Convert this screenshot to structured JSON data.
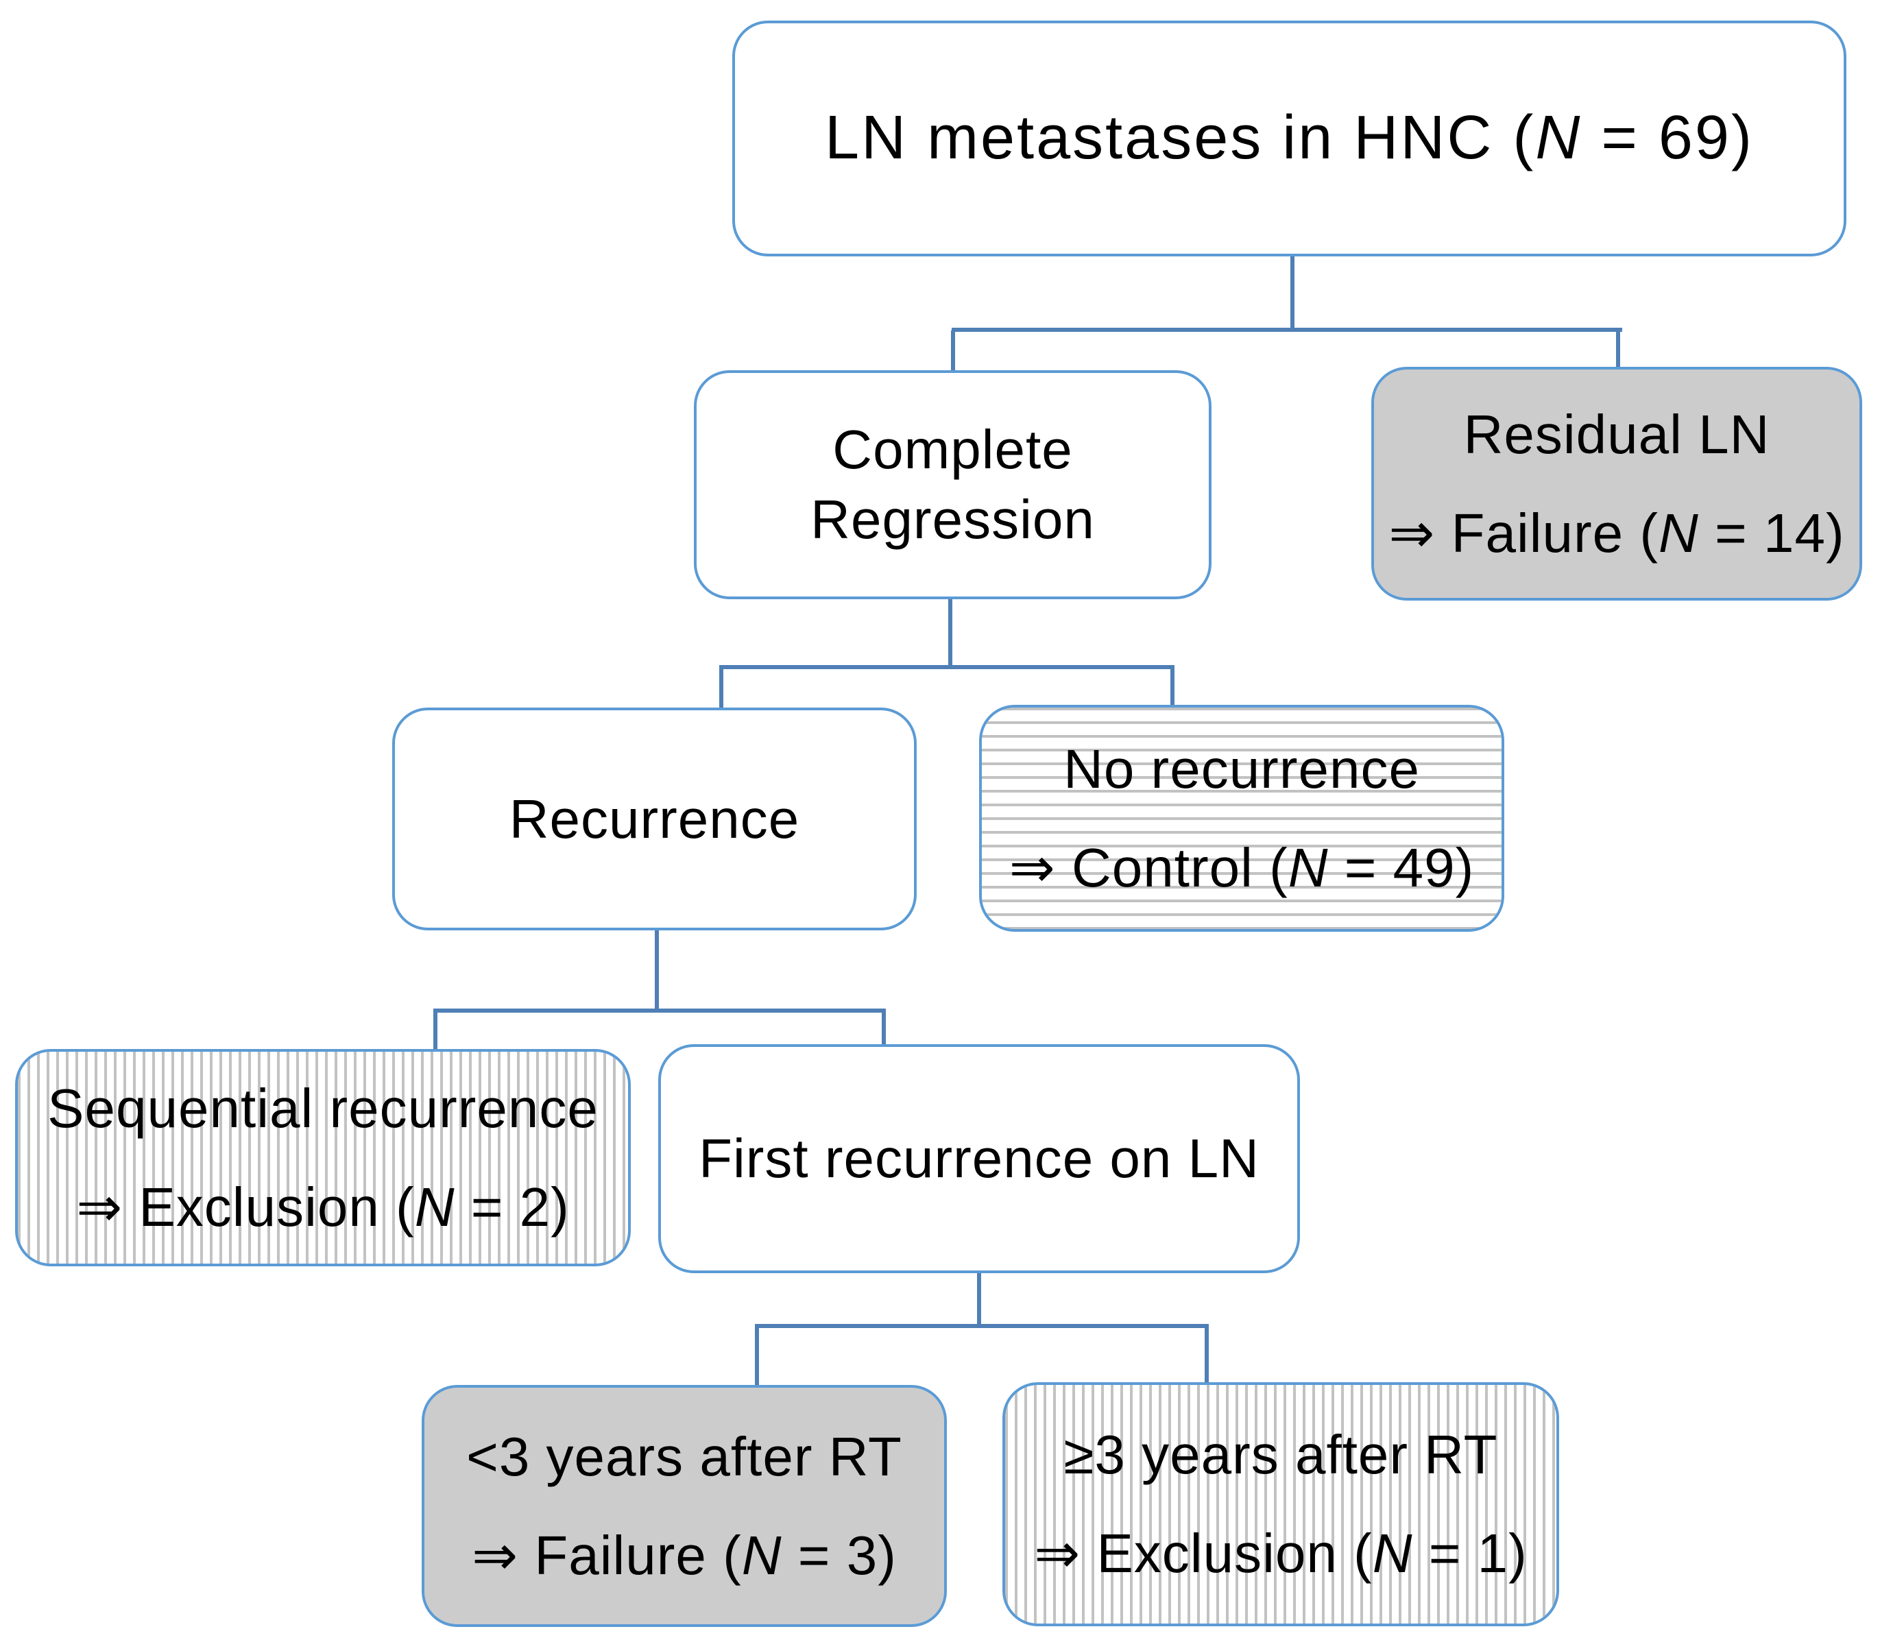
{
  "diagram": {
    "type": "flowchart"
  },
  "colors": {
    "background": "#ffffff",
    "text": "#000000",
    "box_border": "#5b9bd5",
    "connector": "#4f7fb5",
    "gray_fill": "#cccccc",
    "stripe_gray": "#c2c2c2"
  },
  "boxes": {
    "root": {
      "fill": "white",
      "lines": [
        "LN metastases in HNC (N = 69)"
      ]
    },
    "complete_regression": {
      "fill": "white",
      "lines": [
        "Complete",
        "Regression"
      ]
    },
    "residual_ln": {
      "fill": "solid-gray",
      "lines": [
        "Residual LN",
        "⇒ Failure (N = 14)"
      ]
    },
    "recurrence": {
      "fill": "white",
      "lines": [
        "Recurrence"
      ]
    },
    "no_recurrence": {
      "fill": "horizontal-stripes",
      "lines": [
        "No recurrence",
        "⇒ Control (N = 49)"
      ]
    },
    "sequential_recurrence": {
      "fill": "vertical-stripes",
      "lines": [
        "Sequential recurrence",
        "⇒ Exclusion (N = 2)"
      ]
    },
    "first_recurrence": {
      "fill": "white",
      "lines": [
        "First recurrence on LN"
      ]
    },
    "lt3_years": {
      "fill": "solid-gray",
      "lines": [
        "<3 years after RT",
        "⇒ Failure (N = 3)"
      ]
    },
    "ge3_years": {
      "fill": "vertical-stripes",
      "lines": [
        "≥3 years after RT",
        "⇒ Exclusion (N = 1)"
      ]
    }
  },
  "edges": [
    {
      "from": "root",
      "to": "complete_regression"
    },
    {
      "from": "root",
      "to": "residual_ln"
    },
    {
      "from": "complete_regression",
      "to": "recurrence"
    },
    {
      "from": "complete_regression",
      "to": "no_recurrence"
    },
    {
      "from": "recurrence",
      "to": "sequential_recurrence"
    },
    {
      "from": "recurrence",
      "to": "first_recurrence"
    },
    {
      "from": "first_recurrence",
      "to": "lt3_years"
    },
    {
      "from": "first_recurrence",
      "to": "ge3_years"
    }
  ]
}
